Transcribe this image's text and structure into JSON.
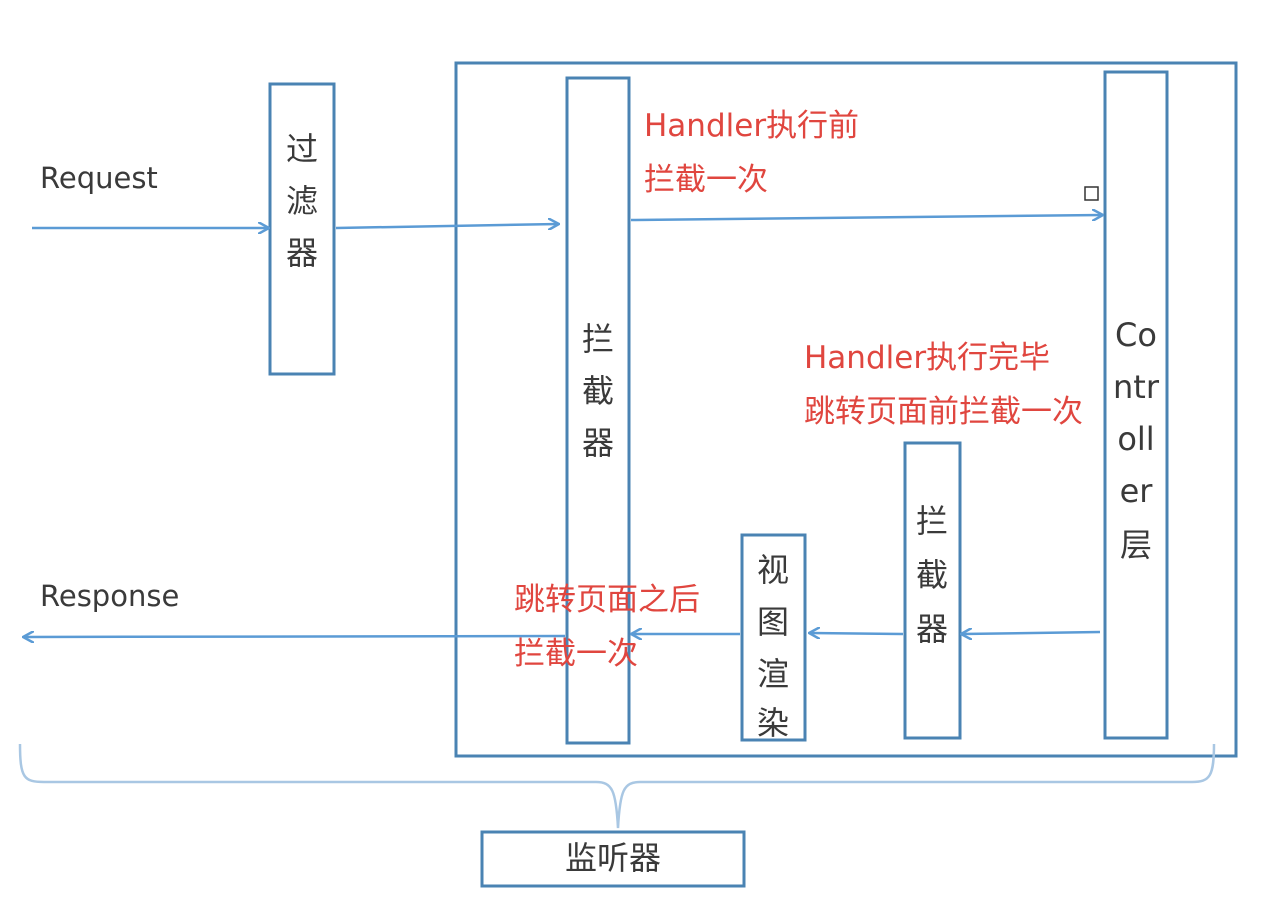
{
  "request_label": "Request",
  "response_label": "Response",
  "filter_label": [
    "过",
    "滤",
    "器"
  ],
  "interceptor_left_label": [
    "拦",
    "截",
    "器"
  ],
  "interceptor_right_label": [
    "拦",
    "截",
    "器"
  ],
  "view_render_label": [
    "视",
    "图",
    "渲",
    "染"
  ],
  "controller_label": [
    "Co",
    "ntr",
    "oll",
    "er",
    "层"
  ],
  "listener_label": "监听器",
  "note_before_handler": [
    "Handler执行前",
    "拦截一次"
  ],
  "note_after_handler": [
    "Handler执行完毕",
    "跳转页面前拦截一次"
  ],
  "note_after_redirect": [
    "跳转页面之后",
    "拦截一次"
  ],
  "colors": {
    "box_border": "#4a83b3",
    "arrow": "#5b9bd5",
    "annotation": "#e0463f",
    "text": "#3a3a3a"
  }
}
